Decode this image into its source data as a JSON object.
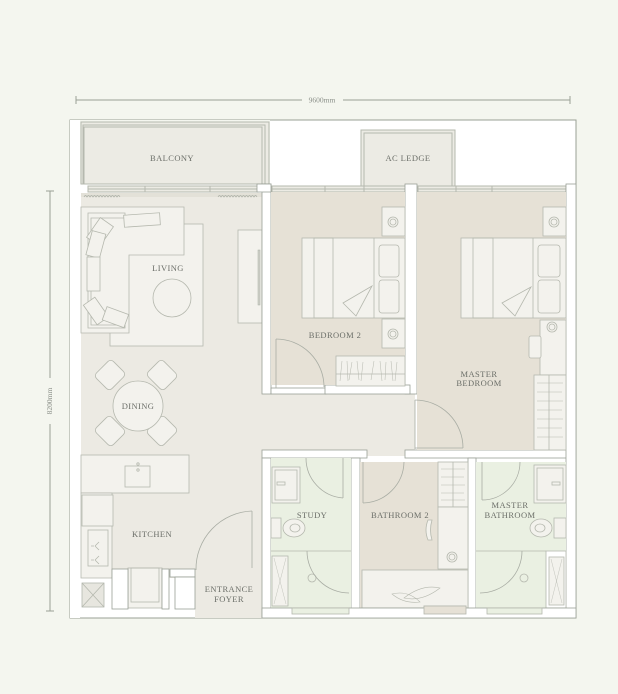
{
  "plan": {
    "dimensions": {
      "width": "9600mm",
      "height": "8200mm"
    },
    "rooms": [
      {
        "id": "balcony",
        "label": "BALCONY"
      },
      {
        "id": "ac-ledge",
        "label": "AC LEDGE"
      },
      {
        "id": "living",
        "label": "LIVING"
      },
      {
        "id": "dining",
        "label": "DINING"
      },
      {
        "id": "kitchen",
        "label": "KITCHEN"
      },
      {
        "id": "entrance-foyer",
        "label_line1": "ENTRANCE",
        "label_line2": "FOYER"
      },
      {
        "id": "bedroom-2",
        "label": "BEDROOM 2"
      },
      {
        "id": "master-bedroom",
        "label_line1": "MASTER",
        "label_line2": "BEDROOM"
      },
      {
        "id": "bathroom-2",
        "label": "BATHROOM 2"
      },
      {
        "id": "study",
        "label": "STUDY"
      },
      {
        "id": "master-bathroom",
        "label_line1": "MASTER",
        "label_line2": "BATHROOM"
      }
    ],
    "colors": {
      "background": "#f4f6ef",
      "wall": "#ffffff",
      "wall_stroke": "#9aa096",
      "living_floor": "#eceae3",
      "bedroom_floor": "#e6e1d6",
      "bathroom_floor": "#eaf0e2",
      "furniture": "#f3f2ed",
      "line": "#a9ada4"
    }
  }
}
